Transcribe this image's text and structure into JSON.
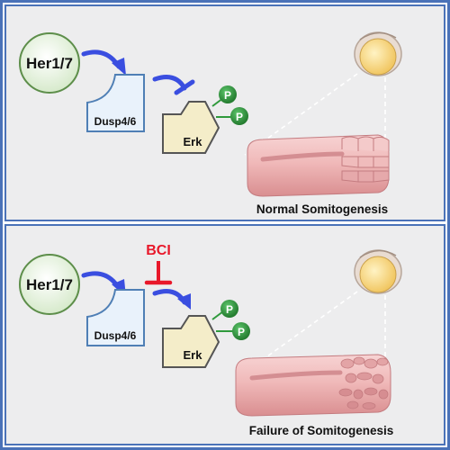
{
  "colors": {
    "frame": "#4a72b8",
    "panel_bg": "#ededee",
    "arrow": "#3a4ee0",
    "inhibitor": "#e8182a",
    "phospho": "#2f9a3c",
    "her_fill": "#e6f2df",
    "dusp_fill": "#e9f2fb",
    "erk_fill": "#f4edc9",
    "tissue": "#f0b8b8",
    "embryo": "#f5cf6e"
  },
  "top_panel": {
    "her_label": "Her1/7",
    "dusp_label": "Dusp4/6",
    "erk_label": "Erk",
    "phospho_1": "P",
    "phospho_2": "P",
    "caption": "Normal Somitogenesis"
  },
  "bottom_panel": {
    "her_label": "Her1/7",
    "dusp_label": "Dusp4/6",
    "erk_label": "Erk",
    "phospho_1": "P",
    "phospho_2": "P",
    "inhibitor_label": "BCI",
    "caption": "Failure of Somitogenesis"
  }
}
